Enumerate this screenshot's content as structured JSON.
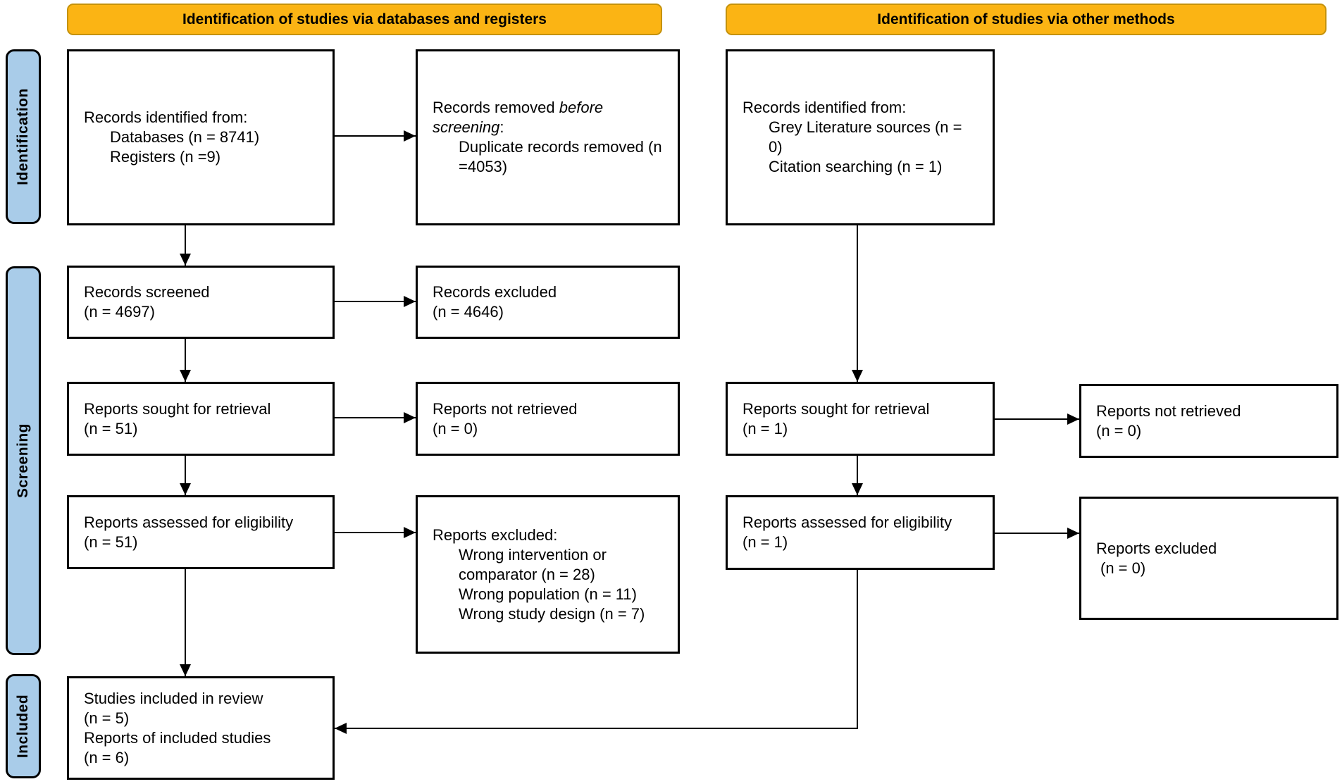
{
  "colors": {
    "banner_fill": "#FBB414",
    "banner_border": "#C5920B",
    "stage_fill": "#A9CCE9",
    "box_border": "#000000"
  },
  "banners": {
    "databases": "Identification of studies via databases and registers",
    "other": "Identification of studies via other methods"
  },
  "stage_labels": {
    "identification": "Identification",
    "screening": "Screening",
    "included": "Included"
  },
  "boxes": {
    "db_records_identified": {
      "title": "Records identified from:",
      "item1": "Databases (n = 8741)",
      "item2": "Registers (n =9)"
    },
    "records_removed": {
      "pre": "Records removed ",
      "italic_word1": "before",
      "italic_word2": "screening",
      "colon": ":",
      "item1_line1": "Duplicate records removed (n",
      "item1_line2": "=4053)"
    },
    "records_screened": {
      "line1": "Records screened",
      "line2": "(n = 4697)"
    },
    "records_excluded": {
      "line1": "Records excluded",
      "line2": "(n = 4646)"
    },
    "db_reports_sought": {
      "line1": "Reports sought for retrieval",
      "line2": "(n = 51)"
    },
    "db_reports_not_retrieved": {
      "line1": "Reports not retrieved",
      "line2": "(n = 0)"
    },
    "db_reports_assessed": {
      "line1": "Reports assessed for eligibility",
      "line2": "(n = 51)"
    },
    "db_reports_excluded": {
      "title": "Reports excluded:",
      "item1_line1": "Wrong intervention or",
      "item1_line2": "comparator (n = 28)",
      "item2": "Wrong population (n = 11)",
      "item3": "Wrong study design (n = 7)"
    },
    "studies_included": {
      "line1": "Studies included in review",
      "line2": "(n = 5)",
      "line3": "Reports of included studies",
      "line4": "(n = 6)"
    },
    "other_records_identified": {
      "title": "Records identified from:",
      "item1_line1": "Grey Literature sources (n =",
      "item1_line2": "0)",
      "item2": "Citation searching (n = 1)"
    },
    "other_reports_sought": {
      "line1": "Reports sought for retrieval",
      "line2": "(n = 1)"
    },
    "other_reports_not_retrieved": {
      "line1": "Reports not retrieved",
      "line2": "(n = 0)"
    },
    "other_reports_assessed": {
      "line1": "Reports assessed for eligibility",
      "line2": "(n = 1)"
    },
    "other_reports_excluded": {
      "line1": "Reports excluded",
      "line2": "(n = 0)"
    }
  }
}
